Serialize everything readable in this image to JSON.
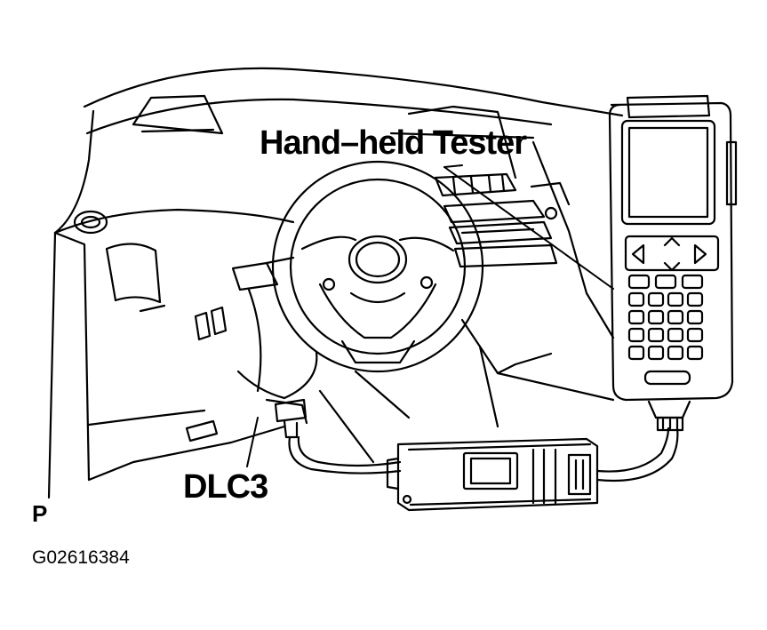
{
  "labels": {
    "tester": "Hand–held Tester",
    "connector": "DLC3",
    "position_mark": "P",
    "figure_code": "G02616384"
  },
  "colors": {
    "line": "#000000",
    "background": "#ffffff"
  }
}
